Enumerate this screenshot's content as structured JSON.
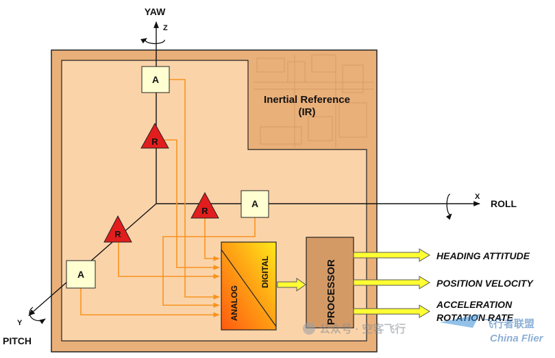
{
  "axes": {
    "yaw": "YAW",
    "z": "Z",
    "roll": "ROLL",
    "x": "X",
    "pitch": "PITCH",
    "y": "Y"
  },
  "ir_title_line1": "Inertial Reference",
  "ir_title_line2": "(IR)",
  "sensors": {
    "accel": "A",
    "gyro": "R"
  },
  "converter": {
    "analog": "ANALOG",
    "digital": "DIGITAL"
  },
  "processor": "PROCESSOR",
  "outputs": [
    "HEADING ATTITUDE",
    "POSITION VELOCITY",
    "ACCELERATION",
    "ROTATION RATE"
  ],
  "watermark": {
    "text": "公众号 · 空客飞行",
    "brand": "China Flier",
    "brand_cn": "飞行者联盟"
  },
  "colors": {
    "enclosure": "#e9b07a",
    "inner": "#fbd3a9",
    "wire": "#f7931e",
    "gyro": "#e11d1d",
    "accel_box": "#ffffd2",
    "processor": "#d49a66",
    "arrow_fill": "#ffff33"
  }
}
